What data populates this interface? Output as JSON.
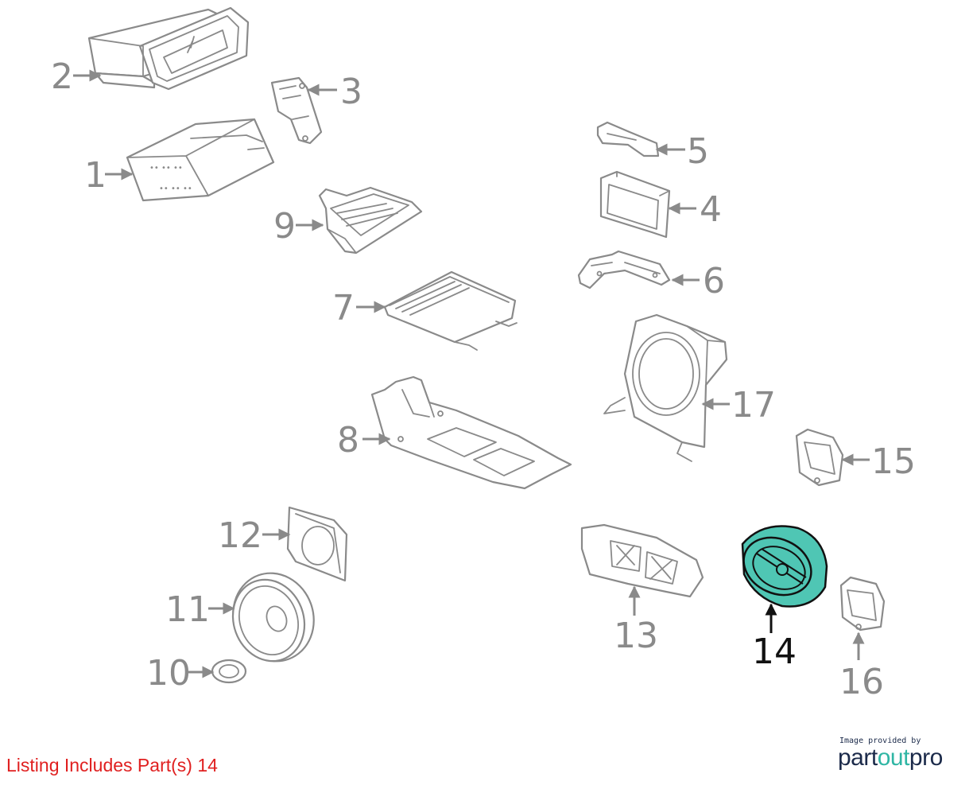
{
  "diagram": {
    "highlighted_part": "14",
    "colors": {
      "line": "#8a8a8a",
      "highlight_fill": "#4fc6b4",
      "highlight_stroke": "#111111",
      "footer_text": "#e02020",
      "brand_dark": "#1b2a4a",
      "brand_accent": "#2fb6a4"
    },
    "callouts": {
      "p1": "1",
      "p2": "2",
      "p3": "3",
      "p4": "4",
      "p5": "5",
      "p6": "6",
      "p7": "7",
      "p8": "8",
      "p9": "9",
      "p10": "10",
      "p11": "11",
      "p12": "12",
      "p13": "13",
      "p14": "14",
      "p15": "15",
      "p16": "16",
      "p17": "17"
    }
  },
  "footer": {
    "listing_text": "Listing Includes Part(s) 14"
  },
  "credit": {
    "provided_by": "Image provided by",
    "brand_part1": "part",
    "brand_part2": "out",
    "brand_part3": "pro"
  }
}
